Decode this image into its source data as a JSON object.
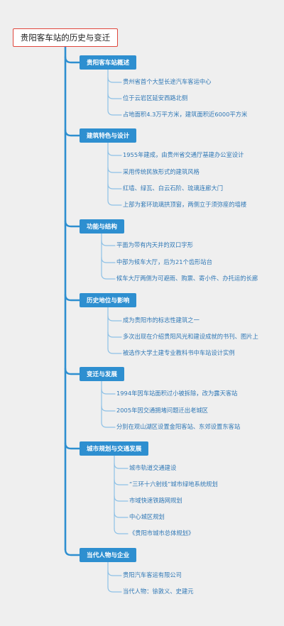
{
  "root": {
    "title": "贵阳客车站的历史与变迁"
  },
  "branches": [
    {
      "label": "贵阳客车站概述",
      "items": [
        "贵州省首个大型长途汽车客运中心",
        "位于云岩区延安西路北侧",
        "占地面积4.3万平方米，建筑面积近6000平方米"
      ]
    },
    {
      "label": "建筑特色与设计",
      "items": [
        "1955年建成，由贵州省交通厅基建办公室设计",
        "采用传统民族形式的建筑风格",
        "红墙、绿瓦、白云石阶、琉璃连廊大门",
        "上部为套环琉璃拱顶窗，两侧立于须弥座的墙楼"
      ]
    },
    {
      "label": "功能与结构",
      "items": [
        "平面为带有内天井的双口字形",
        "中部为候车大厅，后为21个齿形站台",
        "候车大厅两侧为可避雨、购票、寄小件、办托运的长廊"
      ]
    },
    {
      "label": "历史地位与影响",
      "items": [
        "成为贵阳市的标志性建筑之一",
        "多次出现在介绍贵阳风光和建设成就的书刊、图片上",
        "被选作大学土建专业教科书中车站设计实例"
      ]
    },
    {
      "label": "变迁与发展",
      "items": [
        "1994年因车站面积过小被拆除，改为露天客站",
        "2005年因交通拥堵问题迁出老城区",
        "分别在观山湖区设置金阳客站、东郊设置东客站"
      ]
    },
    {
      "label": "城市规划与交通发展",
      "items": [
        "城市轨道交通建设",
        "“三环十六射线”城市绿地系统规划",
        "市域快速铁路网规划",
        "中心城区规划",
        "《贵阳市城市总体规划》"
      ]
    },
    {
      "label": "当代人物与企业",
      "items": [
        "贵阳汽车客运有限公司",
        "当代人物：徐敦义、史建元"
      ]
    }
  ]
}
